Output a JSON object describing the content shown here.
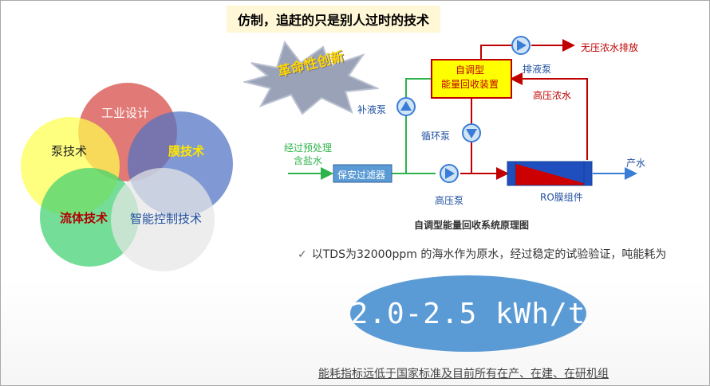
{
  "title": "仿制，追赶的只是别人过时的技术",
  "badge": "革命性创新",
  "venn": {
    "industrial_design": "工业设计",
    "pump_tech": "泵技术",
    "membrane_tech": "膜技术",
    "fluid_tech": "流体技术",
    "smart_control": "智能控制技术"
  },
  "diagram": {
    "caption": "自调型能量回收系统原理图",
    "inlet_line1": "经过预处理",
    "inlet_line2": "含盐水",
    "filter": "保安过滤器",
    "hp_pump": "高压泵",
    "makeup_pump": "补液泵",
    "circ_pump": "循环泵",
    "device_line1": "自调型",
    "device_line2": "能量回收装置",
    "discharge_pump": "排液泵",
    "discharge_out": "无压浓水排放",
    "hp_brine": "高压浓水",
    "product": "产水",
    "ro": "RO膜组件"
  },
  "check_statement": "以TDS为32000ppm 的海水作为原水，经过稳定的试验验证，吨能耗为",
  "energy_value": "2.0-2.5 kWh/t",
  "footnote": "能耗指标远低于国家标准及目前所有在产、在建、在研机组"
}
